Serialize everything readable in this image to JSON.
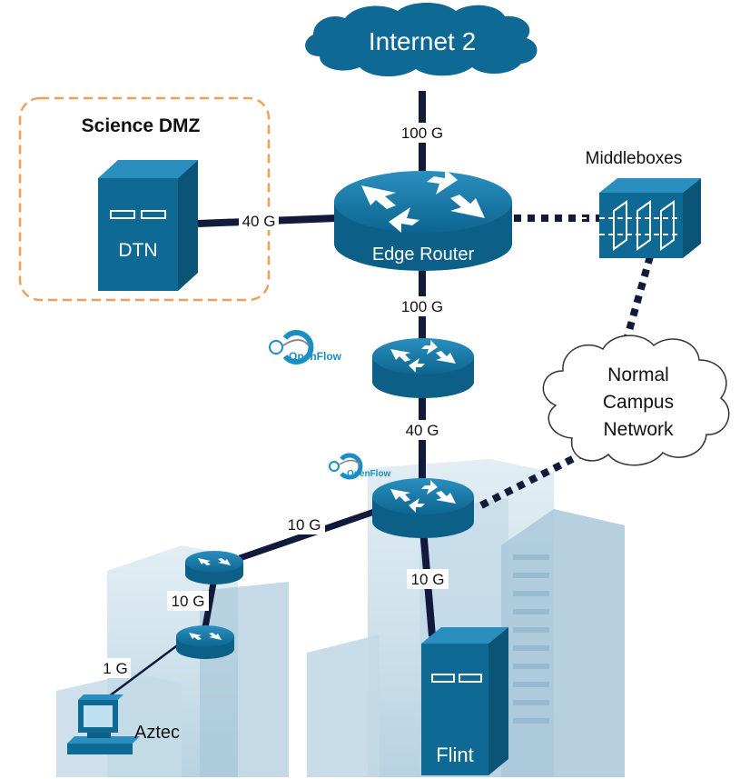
{
  "cloud_internet": {
    "label": "Internet 2"
  },
  "science_dmz": {
    "title": "Science DMZ"
  },
  "dtn": {
    "label": "DTN"
  },
  "edge_router": {
    "label": "Edge Router"
  },
  "middleboxes": {
    "label": "Middleboxes"
  },
  "campus_cloud": {
    "line1": "Normal",
    "line2": "Campus",
    "line3": "Network"
  },
  "openflow_badges": [
    {
      "text": "OpenFlow"
    },
    {
      "text": "OpenFlow"
    }
  ],
  "links": {
    "internet_edge": "100 G",
    "dtn_edge": "40 G",
    "edge_of1": "100 G",
    "of1_of2": "40 G",
    "of2_r3": "10 G",
    "r3_r4": "10 G",
    "r4_aztec": "1 G",
    "of2_flint": "10 G"
  },
  "flint": {
    "label": "Flint"
  },
  "aztec": {
    "label": "Aztec"
  },
  "colors": {
    "router_blue": "#0e6a94",
    "link_navy": "#111a3a",
    "dmz_orange": "#f0a05a",
    "building_blue": "#b7d4e4"
  }
}
